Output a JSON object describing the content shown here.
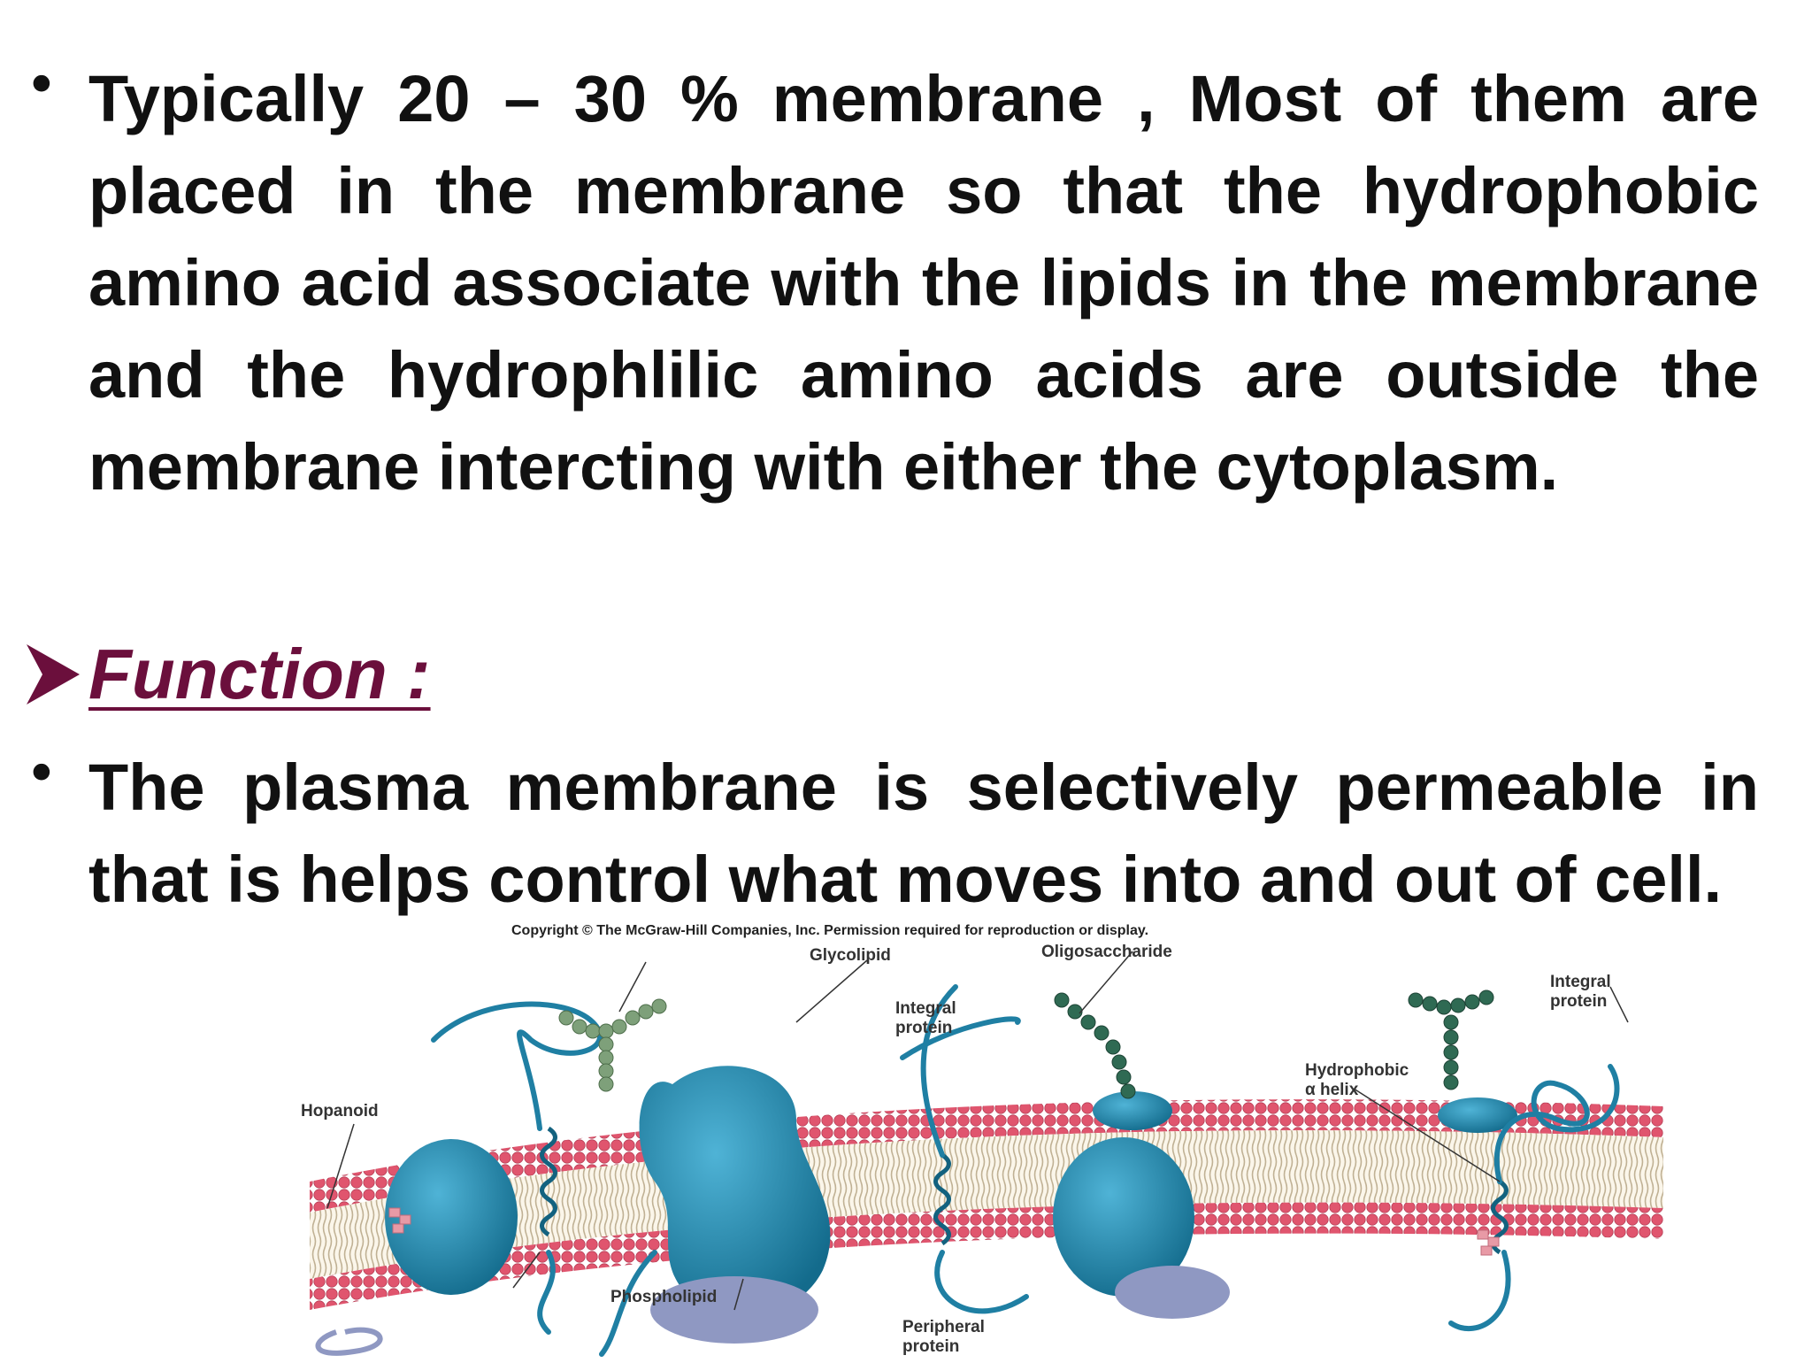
{
  "bullets": [
    "Typically 20 – 30 % membrane , Most of them are placed in the membrane so that the hydrophobic amino acid associate with the lipids in the membrane and the hydrophlilic amino acids are outside the membrane intercting with either the cytoplasm.",
    "The plasma membrane is selectively permeable in that is helps control what moves into and out of cell."
  ],
  "heading": "Function :",
  "figure": {
    "copyright": "Copyright © The McGraw-Hill Companies, Inc. Permission required for reproduction or display.",
    "labels": {
      "glycolipid": "Glycolipid",
      "oligosaccharide": "Oligosaccharide",
      "integral_protein_1": [
        "Integral",
        "protein"
      ],
      "integral_protein_2": [
        "Integral",
        "protein"
      ],
      "hydrophobic_helix": [
        "Hydrophobic",
        "α helix"
      ],
      "hopanoid": "Hopanoid",
      "phospholipid": "Phospholipid",
      "peripheral_protein": [
        "Peripheral",
        "protein"
      ]
    }
  },
  "colors": {
    "heading": "#6b0f3c",
    "protein": "#1f7fa3",
    "lipid_head": "#e0556e",
    "peripheral": "#8f98c2",
    "sugar": "#7ea07a"
  }
}
